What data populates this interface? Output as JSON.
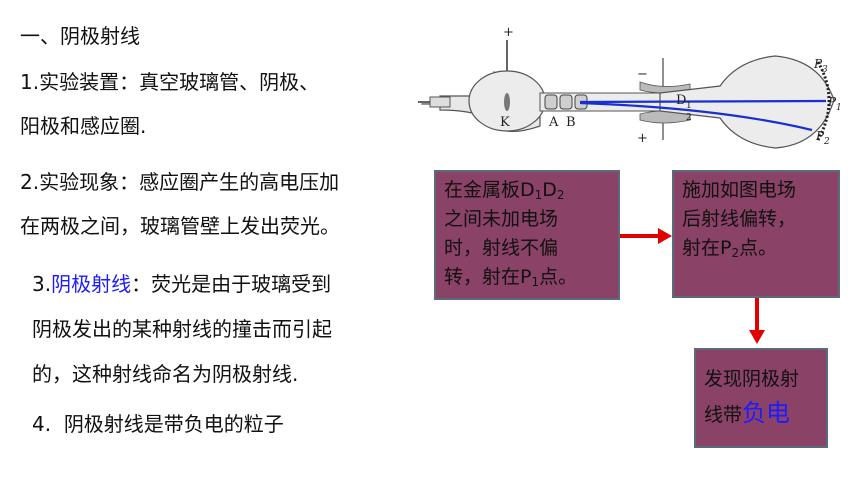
{
  "heading": "一、阴极射线",
  "items": {
    "item1": {
      "prefix": "1.",
      "line1": "实验装置：真空玻璃管、阴极、",
      "line2": "阳极和感应圈."
    },
    "item2": {
      "prefix": "2.",
      "line1": "实验现象：感应圈产生的高电压加",
      "line2": "在两极之间，玻璃管壁上发出荧光。"
    },
    "item3": {
      "prefix": "3.",
      "term": "阴极射线",
      "line1_rest": "：荧光是由于玻璃受到",
      "line2": "阴极发出的某种射线的撞击而引起",
      "line3": "的，这种射线命名为阴极射线."
    },
    "item4": {
      "prefix": "4.",
      "text": "阴极射线是带负电的粒子"
    }
  },
  "boxes": {
    "box1": {
      "l1a": "在金属板D",
      "s1": "1",
      "l1b": "D",
      "s2": "2",
      "l2": "之间未加电场",
      "l3": "时，射线不偏",
      "l4a": "转，射在P",
      "s3": "1",
      "l4b": "点。"
    },
    "box2": {
      "l1": "施加如图电场",
      "l2": "后射线偏转，",
      "l3a": "射在P",
      "s1": "2",
      "l3b": "点。"
    },
    "box3": {
      "l1": "发现阴极射",
      "l2a": "线带",
      "l2em": "负电"
    }
  },
  "diagram": {
    "plus_top": "+",
    "minus_left": "−",
    "minus_right": "−",
    "plus_bottom": "+",
    "K": "K",
    "A": "A",
    "B": "B",
    "D1": "D",
    "D1sub": "1",
    "D2sub": "2",
    "P3": "P",
    "P3sub": "3",
    "P1": "P",
    "P1sub": "1",
    "P2": "P",
    "P2sub": "2"
  },
  "colors": {
    "box_bg": "#8a4266",
    "arrow": "#e00000",
    "highlight": "#1c1cff",
    "beam": "#1a2fd0"
  }
}
